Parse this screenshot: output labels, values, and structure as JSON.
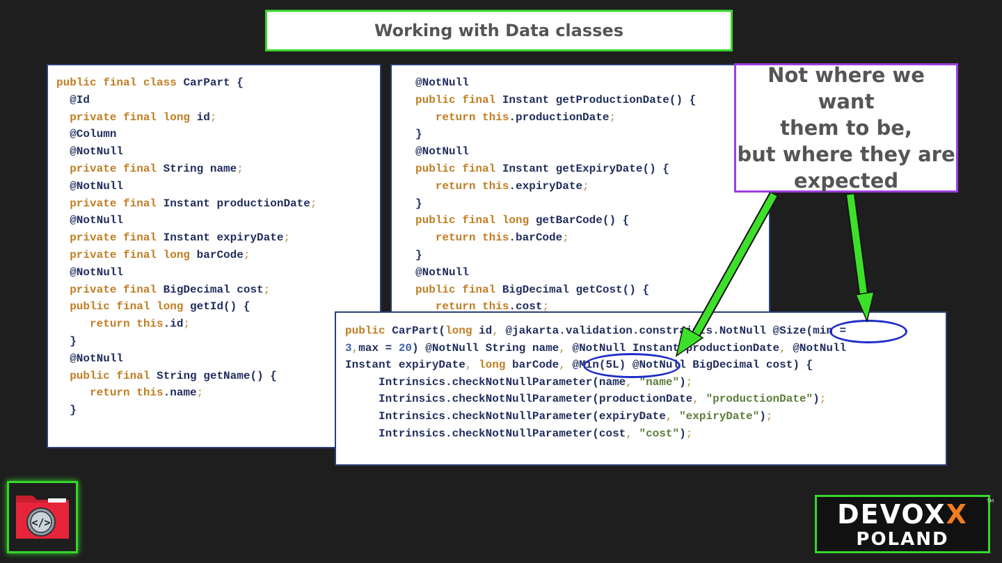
{
  "slide": {
    "title": "Working with Data classes",
    "note": [
      "Not where we want",
      "them to be,",
      "but where they are",
      "expected"
    ],
    "conference": {
      "name_main": "DEVOX",
      "name_accent": "X",
      "location": "POLAND",
      "tm": "TM"
    }
  },
  "code": {
    "panel1": [
      [
        [
          "kw",
          "public final class "
        ],
        [
          "",
          "CarPart {"
        ]
      ],
      [
        [
          "",
          "  @Id"
        ]
      ],
      [
        [
          "kw",
          "  private final long "
        ],
        [
          "",
          "id"
        ],
        [
          "punc",
          ";"
        ]
      ],
      [
        [
          "",
          "  @Column"
        ]
      ],
      [
        [
          "",
          "  @NotNull"
        ]
      ],
      [
        [
          "kw",
          "  private final "
        ],
        [
          "",
          "String name"
        ],
        [
          "punc",
          ";"
        ]
      ],
      [
        [
          "",
          "  @NotNull"
        ]
      ],
      [
        [
          "kw",
          "  private final "
        ],
        [
          "",
          "Instant productionDate"
        ],
        [
          "punc",
          ";"
        ]
      ],
      [
        [
          "",
          "  @NotNull"
        ]
      ],
      [
        [
          "kw",
          "  private final "
        ],
        [
          "",
          "Instant expiryDate"
        ],
        [
          "punc",
          ";"
        ]
      ],
      [
        [
          "kw",
          "  private final long "
        ],
        [
          "",
          "barCode"
        ],
        [
          "punc",
          ";"
        ]
      ],
      [
        [
          "",
          "  @NotNull"
        ]
      ],
      [
        [
          "kw",
          "  private final "
        ],
        [
          "",
          "BigDecimal cost"
        ],
        [
          "punc",
          ";"
        ]
      ],
      [
        [
          "kw",
          "  public final long "
        ],
        [
          "",
          "getId() {"
        ]
      ],
      [
        [
          "kw",
          "     return this"
        ],
        [
          "",
          ".id"
        ],
        [
          "punc",
          ";"
        ]
      ],
      [
        [
          "",
          "  }"
        ]
      ],
      [
        [
          "",
          "  @NotNull"
        ]
      ],
      [
        [
          "kw",
          "  public final "
        ],
        [
          "",
          "String getName() {"
        ]
      ],
      [
        [
          "kw",
          "     return this"
        ],
        [
          "",
          ".name"
        ],
        [
          "punc",
          ";"
        ]
      ],
      [
        [
          "",
          "  }"
        ]
      ]
    ],
    "panel2": [
      [
        [
          "",
          "@NotNull"
        ]
      ],
      [
        [
          "kw",
          "public final "
        ],
        [
          "",
          "Instant getProductionDate() {"
        ]
      ],
      [
        [
          "kw",
          "   return this"
        ],
        [
          "",
          ".productionDate"
        ],
        [
          "punc",
          ";"
        ]
      ],
      [
        [
          "",
          "}"
        ]
      ],
      [
        [
          "",
          "@NotNull"
        ]
      ],
      [
        [
          "kw",
          "public final "
        ],
        [
          "",
          "Instant getExpiryDate() {"
        ]
      ],
      [
        [
          "kw",
          "   return this"
        ],
        [
          "",
          ".expiryDate"
        ],
        [
          "punc",
          ";"
        ]
      ],
      [
        [
          "",
          "}"
        ]
      ],
      [
        [
          "kw",
          "public final long "
        ],
        [
          "",
          "getBarCode() {"
        ]
      ],
      [
        [
          "kw",
          "   return this"
        ],
        [
          "",
          ".barCode"
        ],
        [
          "punc",
          ";"
        ]
      ],
      [
        [
          "",
          "}"
        ]
      ],
      [
        [
          "",
          "@NotNull"
        ]
      ],
      [
        [
          "kw",
          "public final "
        ],
        [
          "",
          "BigDecimal getCost() {"
        ]
      ],
      [
        [
          "kw",
          "   return this"
        ],
        [
          "",
          ".cost"
        ],
        [
          "punc",
          ";"
        ]
      ]
    ],
    "panel3": [
      [
        [
          "kw",
          "public "
        ],
        [
          "",
          "CarPart("
        ],
        [
          "kw",
          "long "
        ],
        [
          "",
          "id"
        ],
        [
          "punc",
          ", "
        ],
        [
          "",
          "@jakarta.validation.constraints.NotNull @Size(min ="
        ]
      ],
      [
        [
          "num",
          "3"
        ],
        [
          "punc",
          ","
        ],
        [
          "",
          "max = "
        ],
        [
          "num",
          "20"
        ],
        [
          "",
          ") @NotNull String name"
        ],
        [
          "punc",
          ", "
        ],
        [
          "",
          "@NotNull Instant productionDate"
        ],
        [
          "punc",
          ", "
        ],
        [
          "",
          "@NotNull"
        ]
      ],
      [
        [
          "",
          "Instant expiryDate"
        ],
        [
          "punc",
          ", "
        ],
        [
          "kw",
          "long "
        ],
        [
          "",
          "barCode"
        ],
        [
          "punc",
          ", "
        ],
        [
          "",
          "@Min(5L) @NotNull BigDecimal cost) {"
        ]
      ],
      [
        [
          "",
          "     Intrinsics.checkNotNullParameter(name"
        ],
        [
          "punc",
          ", "
        ],
        [
          "str",
          "\"name\""
        ],
        [
          "",
          ")"
        ],
        [
          "punc",
          ";"
        ]
      ],
      [
        [
          "",
          "     Intrinsics.checkNotNullParameter(productionDate"
        ],
        [
          "punc",
          ", "
        ],
        [
          "str",
          "\"productionDate\""
        ],
        [
          "",
          ")"
        ],
        [
          "punc",
          ";"
        ]
      ],
      [
        [
          "",
          "     Intrinsics.checkNotNullParameter(expiryDate"
        ],
        [
          "punc",
          ", "
        ],
        [
          "str",
          "\"expiryDate\""
        ],
        [
          "",
          ")"
        ],
        [
          "punc",
          ";"
        ]
      ],
      [
        [
          "",
          "     Intrinsics.checkNotNullParameter(cost"
        ],
        [
          "punc",
          ", "
        ],
        [
          "str",
          "\"cost\""
        ],
        [
          "",
          ")"
        ],
        [
          "punc",
          ";"
        ]
      ]
    ]
  },
  "colors": {
    "green_accent": "#37d62b",
    "purple_border": "#9b3fe0",
    "keyword": "#c17d22",
    "identifier": "#1f2d5c",
    "highlight_ellipse": "#1d2dc7"
  },
  "icons": {
    "folder": "code-folder-icon"
  }
}
